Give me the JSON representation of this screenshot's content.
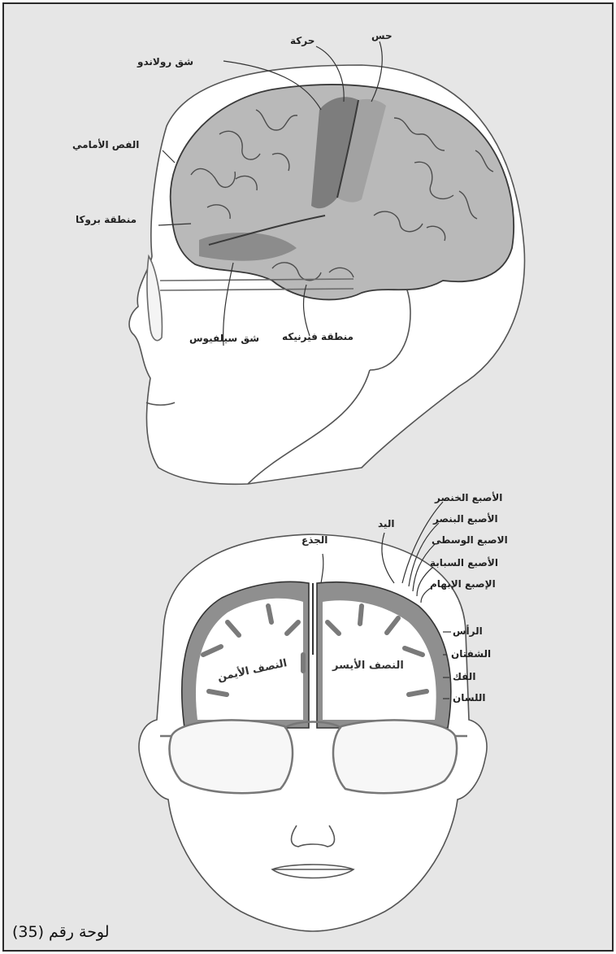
{
  "profile_labels": {
    "motor_area": "حركة",
    "sensory_area": "حس",
    "rolandic_fissure": "شق رولاندو",
    "frontal_lobe": "الفص الأمامي",
    "broca_area": "منطقة بروكا",
    "sylvian_fissure": "شق سيلفيوس",
    "wernicke_area": "منطقة فيرنيكه"
  },
  "section_labels": {
    "trunk": "الجذع",
    "hand": "اليد",
    "fingers": [
      "الأصبع الخنصر",
      "الأصبع البنصر",
      "الاصبع الوسطى",
      "الأصبع السبابة",
      "الإصبع الإبهام"
    ],
    "face_parts": [
      "الرأس",
      "الشفتان",
      "الفك",
      "اللسان"
    ]
  },
  "hemispheres": {
    "left": "النصف الأيسر",
    "right": "النصف الأيمن"
  },
  "caption": "لوحة رقم (35)"
}
